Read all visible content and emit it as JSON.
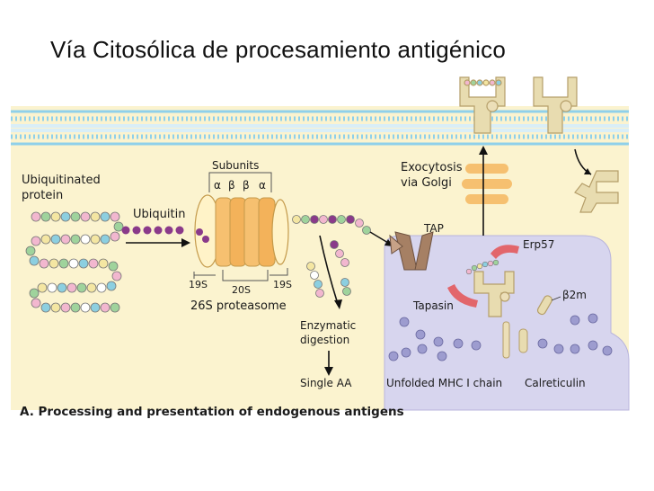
{
  "title": "Vía Citosólica de procesamiento antigénico",
  "colors": {
    "background_cytosol": "#fbf3cf",
    "membrane_blue": "#8fd0ea",
    "er_lavender": "#d7d5ee",
    "proteasome_orange": "#f6c070",
    "mhc_tan": "#e8dcb0",
    "tapasin_red": "#e2666b",
    "beads": [
      "#f2b7cf",
      "#f4e6a2",
      "#8ccfe0",
      "#9fd39c",
      "#ffffff",
      "#8a3a8a"
    ]
  },
  "labels": {
    "ubiquitinated_protein_l1": "Ubiquitinated",
    "ubiquitinated_protein_l2": "protein",
    "ubiquitin": "Ubiquitin",
    "subunits": "Subunits",
    "alpha1": "α",
    "beta1": "β",
    "beta2": "β",
    "alpha2": "α",
    "s19_left": "19S",
    "s19_right": "19S",
    "s20": "20S",
    "proteasome": "26S proteasome",
    "enzymatic_l1": "Enzymatic",
    "enzymatic_l2": "digestion",
    "single_aa": "Single AA",
    "exocytosis_l1": "Exocytosis",
    "exocytosis_l2": "via Golgi",
    "tap": "TAP",
    "erp57": "Erp57",
    "tapasin": "Tapasin",
    "b2m": "β2m",
    "unfolded_mhc": "Unfolded MHC I chain",
    "calreticulin": "Calreticulin",
    "caption": "A. Processing and presentation of endogenous antigens"
  }
}
